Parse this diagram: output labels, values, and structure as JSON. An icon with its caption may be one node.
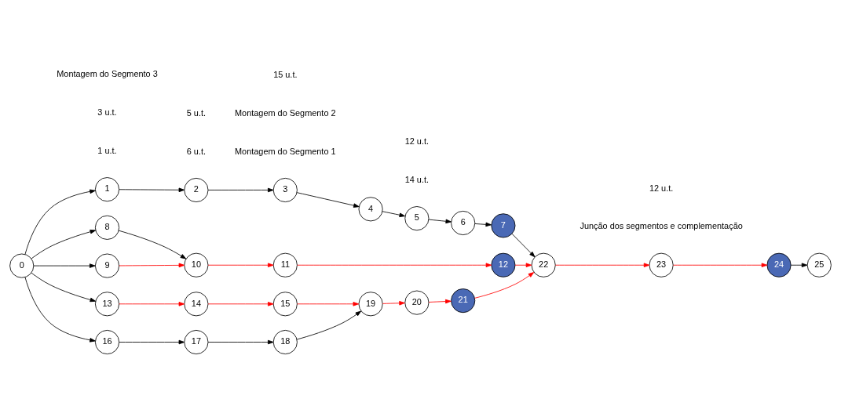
{
  "diagram": {
    "nodes": [
      {
        "text": [
          "0"
        ]
      },
      {
        "text": [
          "1"
        ]
      },
      {
        "text": [
          "2"
        ]
      },
      {
        "text": [
          "3"
        ]
      },
      {
        "text": [
          "4"
        ]
      },
      {
        "text": [
          "5"
        ]
      },
      {
        "text": [
          "6"
        ]
      },
      {
        "text": [
          "7"
        ]
      },
      {
        "text": [
          "8"
        ]
      },
      {
        "text": [
          "9"
        ]
      },
      {
        "text": [
          "10"
        ]
      },
      {
        "text": [
          "11"
        ]
      },
      {
        "text": [
          "12"
        ]
      },
      {
        "text": [
          "13"
        ]
      },
      {
        "text": [
          "14"
        ]
      },
      {
        "text": [
          "15"
        ]
      },
      {
        "text": [
          "16"
        ]
      },
      {
        "text": [
          "17"
        ]
      },
      {
        "text": [
          "18"
        ]
      },
      {
        "text": [
          "19"
        ]
      },
      {
        "text": [
          "20"
        ]
      },
      {
        "text": [
          "21"
        ]
      },
      {
        "text": [
          "22"
        ]
      },
      {
        "text": [
          "23"
        ]
      },
      {
        "text": [
          "24"
        ]
      },
      {
        "text": [
          "25"
        ]
      }
    ],
    "edges": [
      {
        "from": 0,
        "to": 1,
        "arrow": "to"
      },
      {
        "from": 1,
        "to": 2,
        "arrow": "to"
      },
      {
        "from": 2,
        "to": 3,
        "arrow": "to"
      },
      {
        "from": 3,
        "to": 4,
        "arrow": "to"
      },
      {
        "from": 4,
        "to": 5,
        "arrow": "to"
      },
      {
        "from": 5,
        "to": 6,
        "arrow": "to"
      },
      {
        "from": 6,
        "to": 7,
        "arrow": "to"
      },
      {
        "from": 7,
        "to": 22,
        "arrow": "to"
      },
      {
        "from": 0,
        "to": 8,
        "arrow": "to"
      },
      {
        "from": 0,
        "to": 9,
        "arrow": "to"
      },
      {
        "from": 8,
        "to": 10,
        "arrow": "to"
      },
      {
        "from": 9,
        "to": 10,
        "arrow": "to",
        "color": "#ff0000"
      },
      {
        "from": 10,
        "to": 11,
        "arrow": "to",
        "color": "#ff0000"
      },
      {
        "from": 11,
        "to": 12,
        "arrow": "to",
        "color": "#ff0000"
      },
      {
        "from": 12,
        "to": 22,
        "arrow": "to",
        "color": "#ff0000"
      },
      {
        "from": 22,
        "to": 23,
        "arrow": "to",
        "color": "#ff0000"
      },
      {
        "from": 23,
        "to": 24,
        "arrow": "to",
        "color": "#ff0000"
      },
      {
        "from": 24,
        "to": 25,
        "arrow": "to"
      },
      {
        "from": 0,
        "to": 13,
        "arrow": "to"
      },
      {
        "from": 0,
        "to": 16,
        "arrow": "to"
      },
      {
        "from": 13,
        "to": 14,
        "arrow": "to",
        "color": "#ff0000"
      },
      {
        "from": 14,
        "to": 15,
        "arrow": "to",
        "color": "#ff0000"
      },
      {
        "from": 15,
        "to": 19,
        "arrow": "to",
        "color": "#ff0000"
      },
      {
        "from": 16,
        "to": 17,
        "arrow": "to"
      },
      {
        "from": 17,
        "to": 18,
        "arrow": "to"
      },
      {
        "from": 18,
        "to": 19,
        "arrow": "to"
      },
      {
        "from": 19,
        "to": 20,
        "arrow": "to",
        "color": "#ff0000"
      },
      {
        "from": 20,
        "to": 21,
        "arrow": "to",
        "color": "#ff0000"
      },
      {
        "from": 21,
        "to": 22,
        "arrow": "to",
        "color": "#ff0000"
      }
    ],
    "labels": [
      "Montagem do Segmento 1",
      "14 u.t.",
      "Junção dos segmentos e complementação",
      "1 u.t.",
      "Montagem do Segmento 2",
      "15 u.t.",
      "12 u.t.",
      "3 u.t.",
      "Montagem do Segmento 3",
      "6 u.t.",
      "12 u.t.",
      "5 u.t."
    ]
  }
}
